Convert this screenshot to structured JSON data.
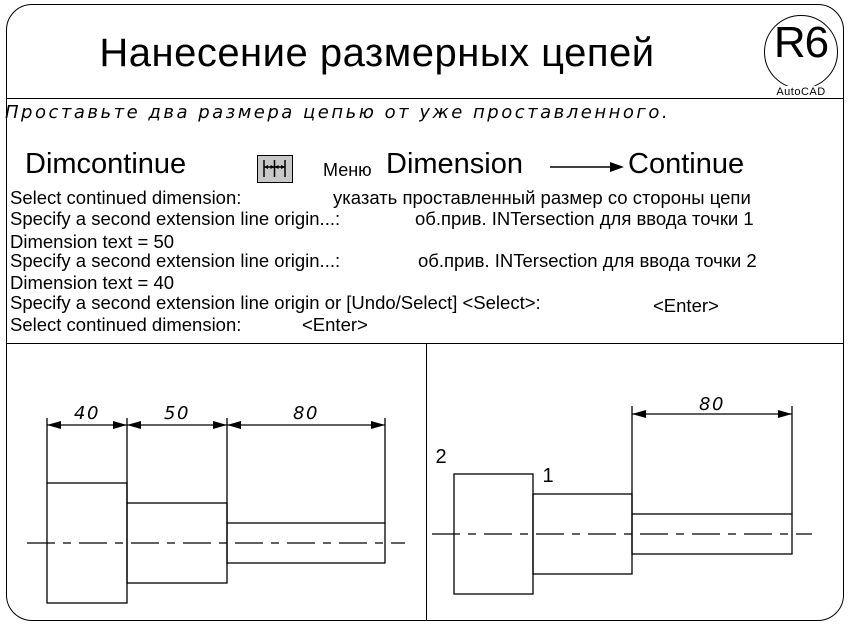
{
  "title": "Нанесение размерных цепей",
  "badge": {
    "main": "R6",
    "sub": "AutoCAD"
  },
  "instruction": "Проставьте два размера цепью от уже проставленного.",
  "command": {
    "name": "Dimcontinue",
    "icon": "dim-continue-icon",
    "menu_prefix": "Меню",
    "menu_item": "Dimension",
    "submenu_item": "Continue"
  },
  "prompts": [
    {
      "prompt": "Select continued dimension:",
      "action": "указать проставленный размер со стороны цепи"
    },
    {
      "prompt": "Specify a second extension line origin...:",
      "action": "об.прив. INTersection для ввода точки 1"
    },
    {
      "prompt": "Dimension text = 50",
      "action": ""
    },
    {
      "prompt": "Specify a second extension line origin...:",
      "action": "об.прив. INTersection для ввода точки 2"
    },
    {
      "prompt": "Dimension text = 40",
      "action": ""
    },
    {
      "prompt": "Specify a second extension line origin or [Undo/Select] <Select>:",
      "action": "<Enter>"
    },
    {
      "prompt": "Select continued dimension:",
      "action": "<Enter>"
    }
  ],
  "drawing_left": {
    "dimensions": [
      "40",
      "50",
      "80"
    ]
  },
  "drawing_right": {
    "dimensions": [
      "80"
    ],
    "points": [
      "1",
      "2"
    ]
  }
}
